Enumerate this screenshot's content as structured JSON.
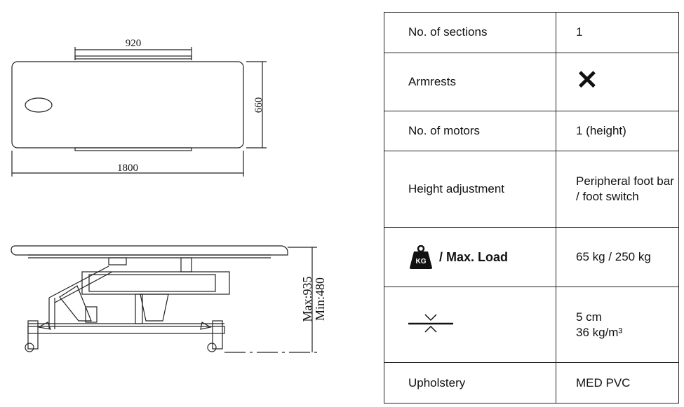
{
  "drawing": {
    "top_view": {
      "width_dim": "920",
      "length_dim": "1800",
      "depth_dim": "660"
    },
    "side_view": {
      "max_height": "Max:935",
      "min_height": "Min:480"
    }
  },
  "specs": {
    "rows": [
      {
        "label": "No. of sections",
        "value": "1"
      },
      {
        "label": "Armrests",
        "value_icon": "cross-icon",
        "value": "✕"
      },
      {
        "label": "No. of motors",
        "value": "1 (height)"
      },
      {
        "label": "Height adjustment",
        "value_lines": [
          "Peripheral foot bar",
          "/ foot switch"
        ]
      },
      {
        "label_icon": "weight-kg-icon",
        "icon_text": "KG",
        "label": "/ Max. Load",
        "value": "65 kg / 250 kg"
      },
      {
        "label_icon": "compression-icon",
        "value_lines": [
          "5 cm",
          "36 kg/m³"
        ]
      },
      {
        "label": "Upholstery",
        "value": "MED PVC"
      }
    ]
  }
}
